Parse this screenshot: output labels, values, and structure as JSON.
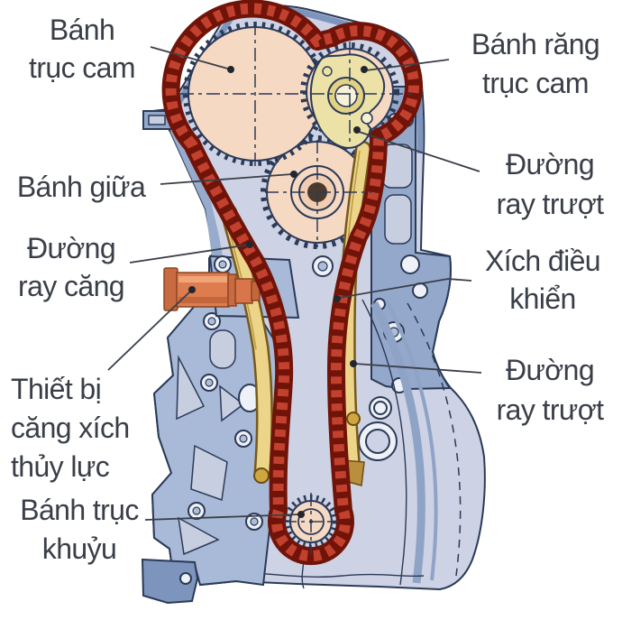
{
  "diagram": {
    "kind": "engine-timing-chain-diagram",
    "language": "vi",
    "colors": {
      "background": "#ffffff",
      "block_light": "#cdd3e5",
      "block_medium": "#93a8ca",
      "dark_outline": "#2b3a57",
      "gear_face": "#f6d9c3",
      "chain_dark": "#701409",
      "chain_link_red": "#c2402e",
      "rail_yellow": "#ecd489",
      "rail_edge": "#77591b",
      "cam_plate_yellow": "#ece2a8",
      "tensioner_orange": "#dd7c4f",
      "label_text": "#3a3e48"
    }
  },
  "labels": {
    "cam_sprocket_left": {
      "lines": [
        "Bánh",
        "trục cam"
      ]
    },
    "cam_gear_right": {
      "lines": [
        "Bánh răng",
        "trục cam"
      ]
    },
    "idler_gear": {
      "lines": [
        "Bánh giữa"
      ]
    },
    "slide_rail_top": {
      "lines": [
        "Đường",
        "ray trượt"
      ]
    },
    "tension_rail": {
      "lines": [
        "Đường",
        "ray căng"
      ]
    },
    "control_chain": {
      "lines": [
        "Xích điều",
        "khiển"
      ]
    },
    "hydraulic_tensioner": {
      "lines": [
        "Thiết bị",
        "căng xích",
        "thủy lực"
      ]
    },
    "slide_rail_bottom": {
      "lines": [
        "Đường",
        "ray trượt"
      ]
    },
    "crank_sprocket": {
      "lines": [
        "Bánh trục",
        "khuỷu"
      ]
    }
  }
}
